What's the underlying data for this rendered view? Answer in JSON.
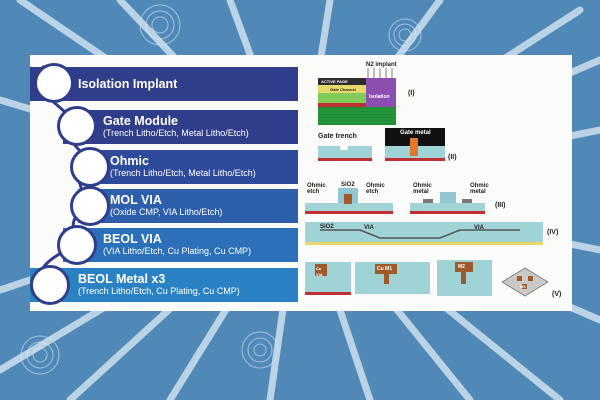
{
  "steps": [
    {
      "title": "Isolation Implant",
      "sub": ""
    },
    {
      "title": "Gate Module",
      "sub": "(Trench Litho/Etch, Metal Litho/Etch)"
    },
    {
      "title": "Ohmic",
      "sub": "(Trench Litho/Etch, Metal Litho/Etch)"
    },
    {
      "title": "MOL VIA",
      "sub": "(Oxide CMP, VIA Litho/Etch)"
    },
    {
      "title": "BEOL VIA",
      "sub": "(VIA Litho/Etch, Cu Plating, Cu CMP)"
    },
    {
      "title": "BEOL Metal x3",
      "sub": "(Trench Litho/Etch, Cu Plating, Cu CMP)"
    }
  ],
  "figure": {
    "row1": {
      "implant": "N2 implant",
      "layers": [
        "ACTIVE PAGE",
        "Gate Channel"
      ],
      "isolation": "Isolation",
      "roman": "(I)"
    },
    "row2": {
      "gate_trench": "Gate trench",
      "gate_metal": "Gate metal",
      "roman": "(II)"
    },
    "row3": {
      "ohmic_etch_a": "Ohmic etch",
      "sio2": "SiO2",
      "ohmic_etch_b": "Ohmic etch",
      "ohmic_metal_a": "Ohmic metal",
      "ohmic_metal_b": "Ohmic metal",
      "roman": "(III)"
    },
    "row4": {
      "sio2": "SiO2",
      "via_a": "VIA",
      "via_b": "VIA",
      "roman": "(IV)"
    },
    "row5": {
      "cu_via": "Cu VIA",
      "cu_m1": "Cu M1",
      "m2": "M2",
      "m3": "M3",
      "roman": "(V)"
    }
  },
  "colors": {
    "background": "#4f86b5",
    "step_band_dark": "#2f3d8a",
    "step_band_light": "#2a82c4",
    "connector": "#2f3d8a"
  }
}
